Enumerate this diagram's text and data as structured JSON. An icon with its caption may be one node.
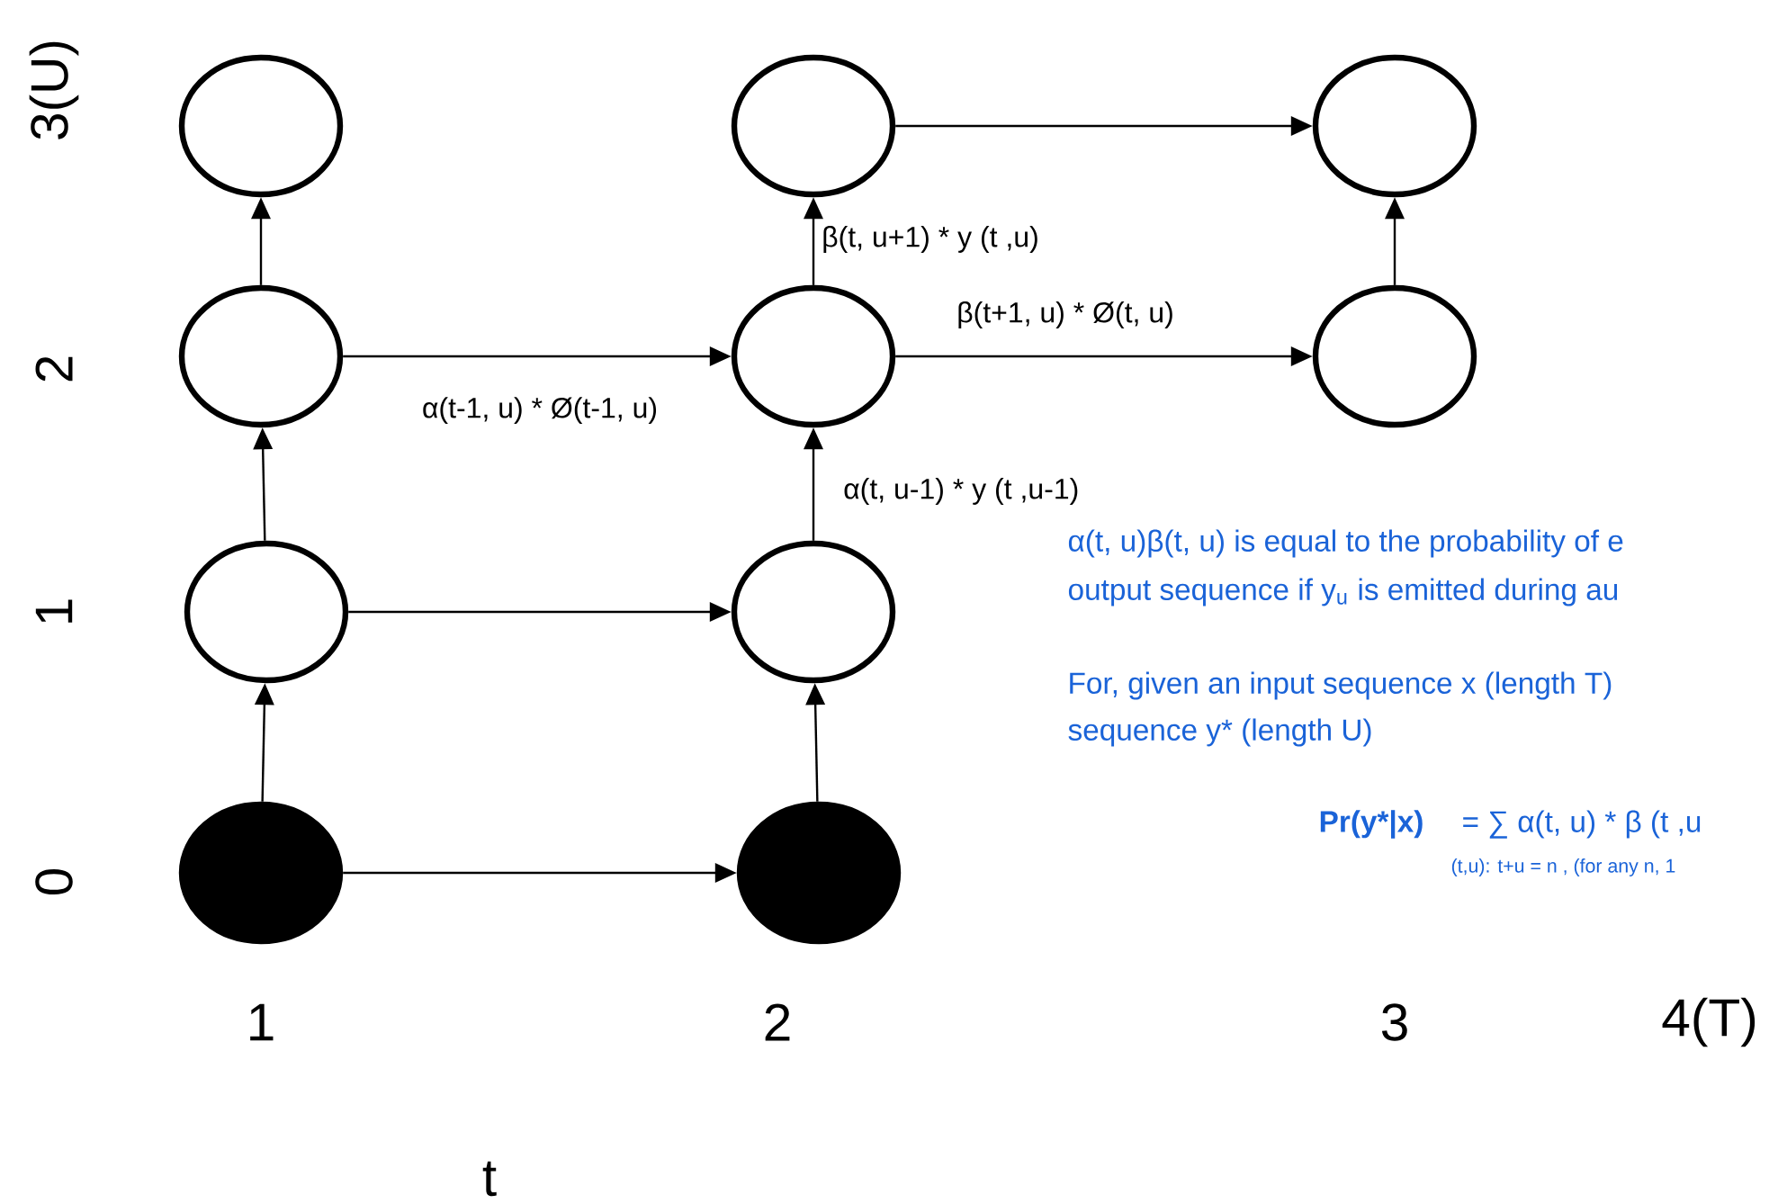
{
  "diagram": {
    "nodes": [
      {
        "text": [],
        "shape": "circle"
      },
      {
        "text": [],
        "shape": "circle"
      },
      {
        "text": [],
        "shape": "circle"
      },
      {
        "text": [],
        "shape": "circle"
      },
      {
        "text": [],
        "shape": "circle"
      },
      {
        "text": [],
        "shape": "circle"
      },
      {
        "text": [],
        "shape": "circle"
      },
      {
        "text": [],
        "shape": "circle"
      },
      {
        "text": [],
        "shape": "disc"
      },
      {
        "text": [],
        "shape": "disc"
      }
    ],
    "edges": [
      {
        "from": 3,
        "to": 0,
        "arrow": "to"
      },
      {
        "from": 1,
        "to": 2,
        "arrow": "to"
      },
      {
        "from": 4,
        "to": 1,
        "arrow": "to",
        "label": "β(t, u+1) * y (t ,u)"
      },
      {
        "from": 3,
        "to": 4,
        "arrow": "to",
        "label": "α(t-1, u) * Ø(t-1, u)"
      },
      {
        "from": 4,
        "to": 5,
        "arrow": "to",
        "label": "β(t+1, u) * Ø(t, u)"
      },
      {
        "from": 5,
        "to": 2,
        "arrow": "to"
      },
      {
        "from": 6,
        "to": 3,
        "arrow": "to"
      },
      {
        "from": 7,
        "to": 4,
        "arrow": "to",
        "label": "α(t, u-1) * y (t ,u-1)"
      },
      {
        "from": 6,
        "to": 7,
        "arrow": "to"
      },
      {
        "from": 8,
        "to": 6,
        "arrow": "to"
      },
      {
        "from": 9,
        "to": 7,
        "arrow": "to"
      },
      {
        "from": 8,
        "to": 9,
        "arrow": "to"
      }
    ],
    "labels": [
      "3(U)",
      "2",
      "1",
      "0",
      "α(t, u)β(t, u) is equal to the probability of e",
      "output sequence if y$_{u}$ is emitted during au",
      "For, given an input sequence x (length T)",
      "sequence y* (length U)",
      "Pr(y*|x)",
      "= ∑ α(t, u) * β (t ,u",
      "(t,u):  t+u = n , (for any n, 1",
      "1",
      "2",
      "3",
      "4(T)",
      "t"
    ]
  }
}
